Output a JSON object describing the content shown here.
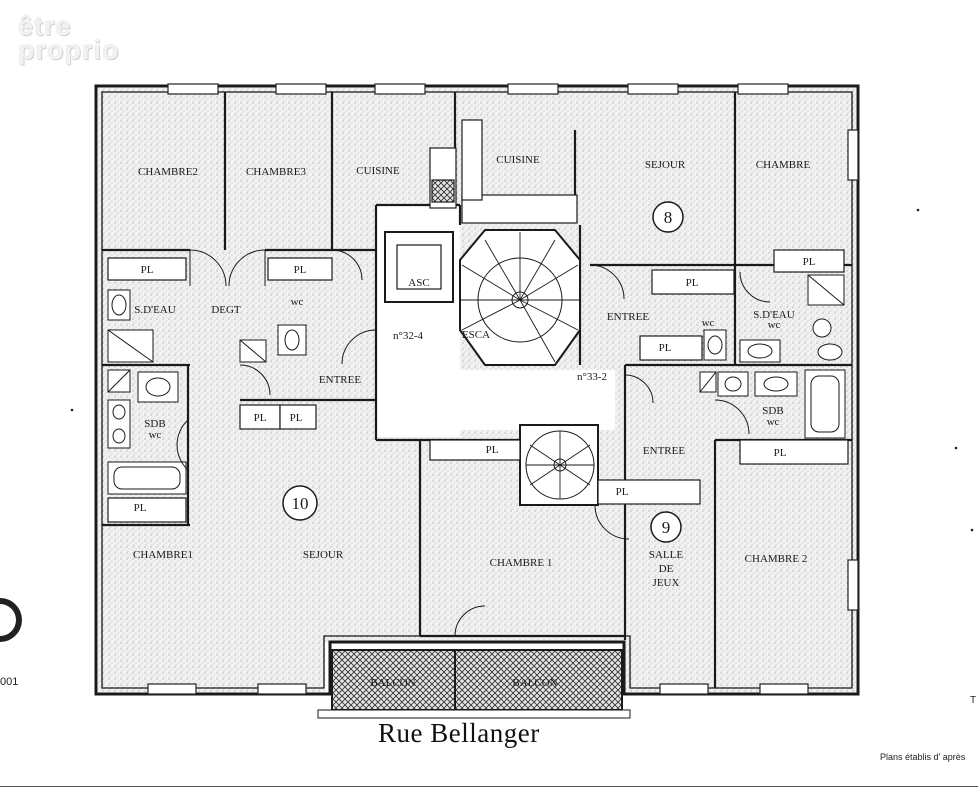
{
  "watermark": {
    "line1": "être",
    "line2": "proprio"
  },
  "street": "Rue Bellanger",
  "footnote": "Plans établis d' après",
  "edge_letter": "T",
  "edge_number": "001",
  "rooms": [
    {
      "key": "chambre-a",
      "label": "CHAMBRE2"
    },
    {
      "key": "chambre-b",
      "label": "CHAMBRE3"
    },
    {
      "key": "cuisine-10",
      "label": "CUISINE"
    },
    {
      "key": "cuisine-8",
      "label": "CUISINE"
    },
    {
      "key": "sejour-8",
      "label": "SEJOUR"
    },
    {
      "key": "chambre-8",
      "label": "CHAMBRE"
    },
    {
      "key": "pl-1",
      "label": "PL"
    },
    {
      "key": "pl-2",
      "label": "PL"
    },
    {
      "key": "pl-3",
      "label": "PL"
    },
    {
      "key": "pl-4",
      "label": "PL"
    },
    {
      "key": "sdeau-10",
      "label": "S.D'EAU"
    },
    {
      "key": "degt",
      "label": "DEGT"
    },
    {
      "key": "wc-1",
      "label": "wc"
    },
    {
      "key": "asc",
      "label": "ASC"
    },
    {
      "key": "n32",
      "label": "n°32-4"
    },
    {
      "key": "esca",
      "label": "ESCA"
    },
    {
      "key": "entree-8",
      "label": "ENTREE"
    },
    {
      "key": "wc-2",
      "label": "wc"
    },
    {
      "key": "pl-5",
      "label": "PL"
    },
    {
      "key": "sdeau-8",
      "label": "S.D'EAU"
    },
    {
      "key": "wc-3",
      "label": "wc"
    },
    {
      "key": "entree-10",
      "label": "ENTREE"
    },
    {
      "key": "n33",
      "label": "n°33-2"
    },
    {
      "key": "pl-6",
      "label": "PL"
    },
    {
      "key": "pl-7",
      "label": "PL"
    },
    {
      "key": "sdb-10",
      "label": "SDB"
    },
    {
      "key": "wc-4",
      "label": "wc"
    },
    {
      "key": "sdb-9",
      "label": "SDB"
    },
    {
      "key": "wc-5",
      "label": "wc"
    },
    {
      "key": "pl-8",
      "label": "PL"
    },
    {
      "key": "entree-9",
      "label": "ENTREE"
    },
    {
      "key": "pl-9",
      "label": "PL"
    },
    {
      "key": "pl-10",
      "label": "PL"
    },
    {
      "key": "pl-11",
      "label": "PL"
    },
    {
      "key": "chambre1-10",
      "label": "CHAMBRE1"
    },
    {
      "key": "sejour-10",
      "label": "SEJOUR"
    },
    {
      "key": "chambre1-9",
      "label": "CHAMBRE 1"
    },
    {
      "key": "salle1",
      "label": "SALLE"
    },
    {
      "key": "salle2",
      "label": "DE"
    },
    {
      "key": "salle3",
      "label": "JEUX"
    },
    {
      "key": "chambre2-9",
      "label": "CHAMBRE 2"
    },
    {
      "key": "balcon-1",
      "label": "BALCON"
    },
    {
      "key": "balcon-2",
      "label": "BALCON"
    }
  ],
  "lot_markers": [
    {
      "key": "lot-8",
      "label": "8"
    },
    {
      "key": "lot-10",
      "label": "10"
    },
    {
      "key": "lot-9",
      "label": "9"
    }
  ]
}
